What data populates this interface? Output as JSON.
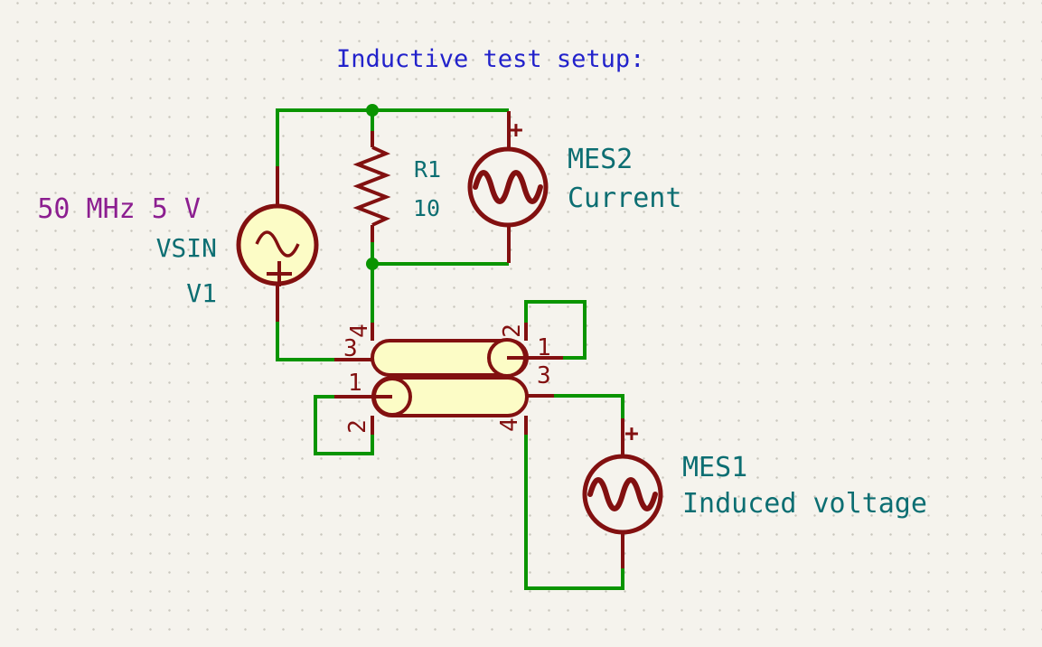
{
  "schematic": {
    "title_note": "Inductive test setup:",
    "components": {
      "v1": {
        "params": "50 MHz 5 V",
        "value": "VSIN",
        "reference": "V1",
        "polarity_marker": "+"
      },
      "r1": {
        "reference": "R1",
        "value": "10"
      },
      "mes2": {
        "reference": "MES2",
        "value": "Current",
        "polarity_marker": "+"
      },
      "mes1": {
        "reference": "MES1",
        "value": "Induced voltage",
        "polarity_marker": "+"
      },
      "coupled_lines": {
        "pins_top": {
          "left": "3",
          "upper_left": "4",
          "right": "1",
          "upper_right": "2"
        },
        "pins_bottom": {
          "left": "1",
          "lower_left": "2",
          "right": "3",
          "lower_right": "4"
        }
      }
    },
    "colors": {
      "background": "#F5F3ED",
      "grid_dot": "#C9C6BD",
      "wire_green": "#0A9400",
      "symbol_outline": "#821010",
      "symbol_fill": "#FCFCC6",
      "field_text_teal": "#0C6E72",
      "value_text_purple": "#8C1E90",
      "note_text_blue": "#2222CB"
    }
  }
}
